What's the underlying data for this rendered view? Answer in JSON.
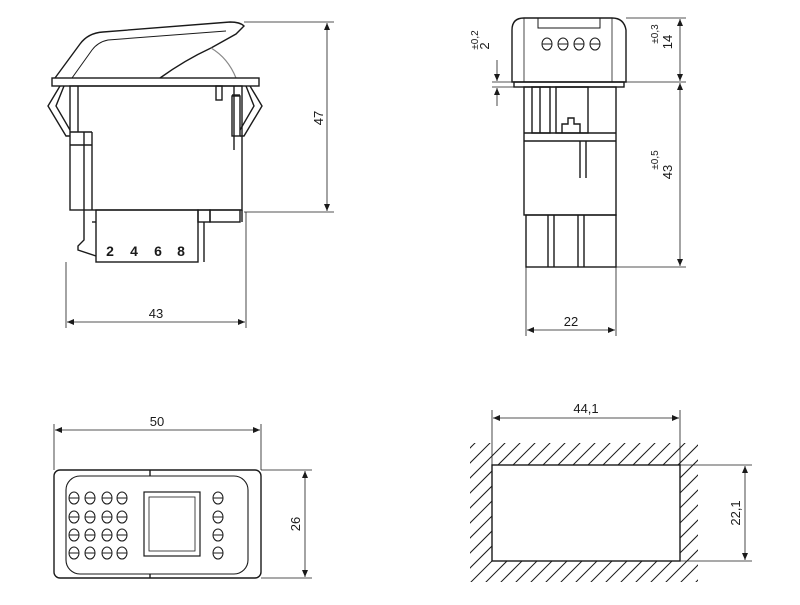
{
  "side_view": {
    "width_label": "43",
    "height_label": "47",
    "pin_labels": [
      "2",
      "4",
      "6",
      "8"
    ]
  },
  "front_view": {
    "head_tolerance": "±0,2",
    "head_value": "2",
    "top_tolerance": "±0,3",
    "top_value": "14",
    "body_tolerance": "±0,5",
    "body_value": "43",
    "width_label": "22"
  },
  "top_view": {
    "width_label": "50",
    "height_label": "26"
  },
  "cutout": {
    "width_label": "44,1",
    "height_label": "22,1"
  },
  "colors": {
    "line": "#1a1a1a",
    "hatch": "#1a1a1a"
  }
}
